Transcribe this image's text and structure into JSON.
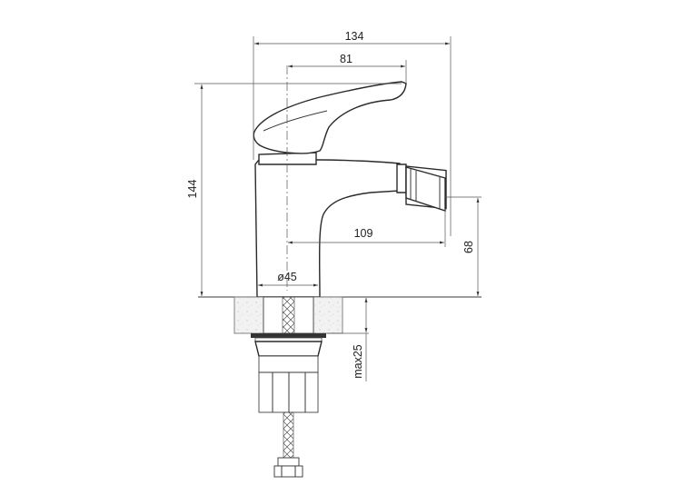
{
  "drawing": {
    "dimensions": {
      "overall_length": "134",
      "handle_reach": "81",
      "height": "144",
      "spout_reach": "109",
      "spout_height": "68",
      "base_diameter": "ø45",
      "max_countertop": "max25"
    }
  }
}
